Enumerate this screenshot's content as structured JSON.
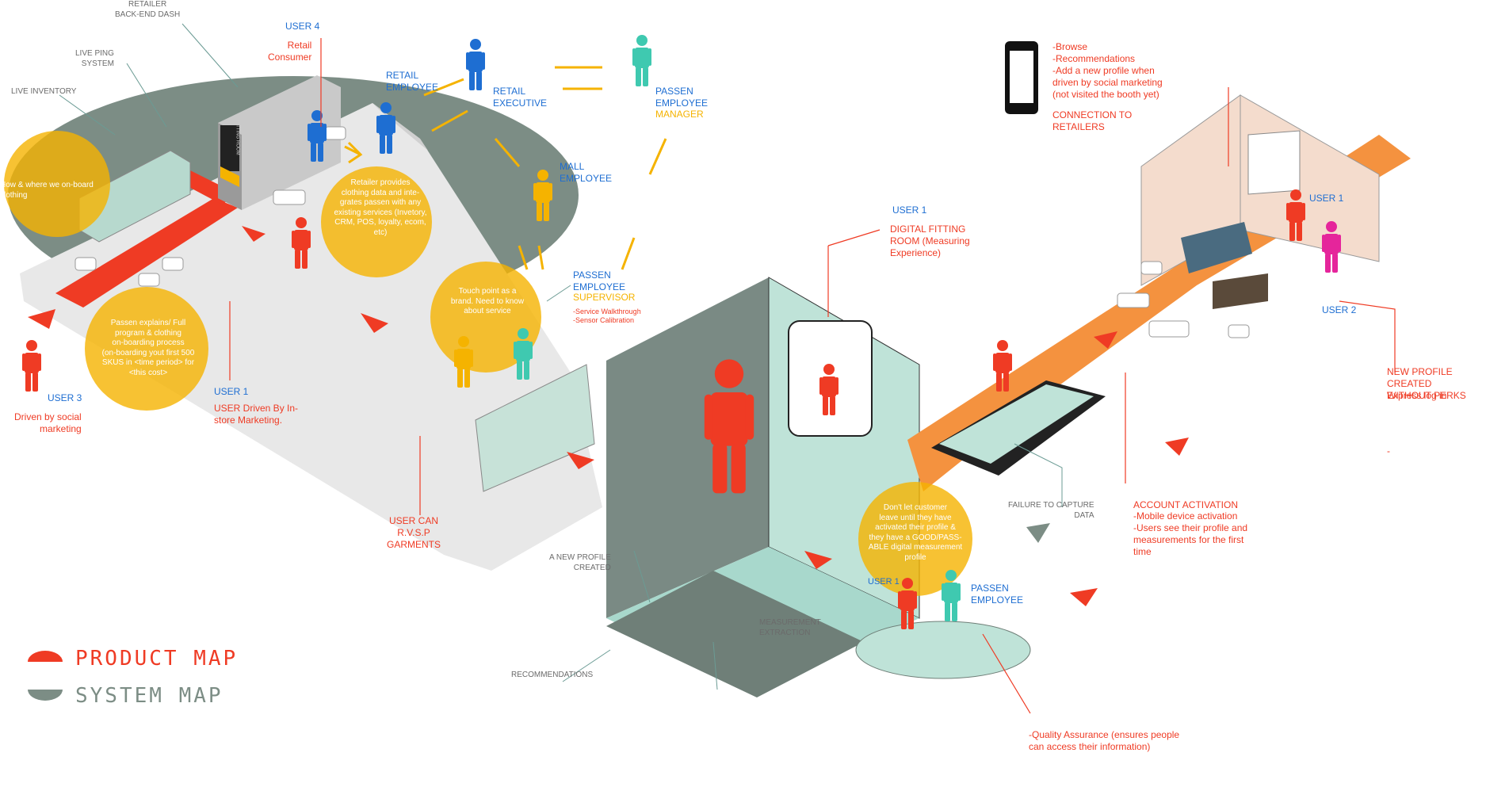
{
  "labels": {
    "retailer_backend": "RETAILER\nBACK-END DASH",
    "live_ping": "LIVE PING\nSYSTEM",
    "live_inventory": "LIVE INVENTORY",
    "user4": "USER 4",
    "retail_consumer": "Retail\nConsumer",
    "retail_employee": "RETAIL\nEMPLOYEE",
    "retail_executive": "RETAIL\nEXECUTIVE",
    "passen_employee_manager": "PASSEN\nEMPLOYEE",
    "manager": "MANAGER",
    "mall_employee": "MALL\nEMPLOYEE",
    "passen_employee_supervisor": "PASSEN\nEMPLOYEE",
    "supervisor": "SUPERVISOR",
    "supervisor_tasks": "-Service Walkthrough\n-Sensor Calibration",
    "user3": "USER 3",
    "driven_social": "Driven by social\nmarketing",
    "user1_left": "USER 1",
    "user1_left_desc": "USER Driven By In-\nstore Marketing.",
    "user_can_rsvp": "USER CAN\nR.V.S.P\nGARMENTS",
    "new_profile_created_gray": "A NEW PROFILE\nCREATED",
    "recommendations": "RECOMMENDATIONS",
    "measurement_extraction": "MEASUREMENT\nEXTRACTION",
    "user1_fitting": "USER 1",
    "digital_fitting_room": "DIGITAL FITTING\nROOM (Measuring\nExperience)",
    "user1_bottom": "USER 1",
    "passen_employee_bottom": "PASSEN\nEMPLOYEE",
    "failure_capture": "FAILURE TO CAPTURE\nDATA",
    "qa": "-Quality Assurance (ensures people\ncan access their information)",
    "account_activation": "ACCOUNT ACTIVATION",
    "account_activation_desc": "-Mobile device activation\n-Users see their profile and\nmeasurements for the first\ntime",
    "new_profile_created_red": "NEW PROFILE CREATED\nWITHOUT PERKS",
    "express_log_in": "Express log in",
    "dash": "-",
    "user1_room": "USER 1",
    "user2_room": "USER 2",
    "phone_features": "-Browse\n-Recommendations\n-Add a new profile when\ndriven by social marketing\n(not visited the booth yet)",
    "connection_retailers": "CONNECTION TO\nRETAILERS",
    "fitting_room_sign": "FITTING ROOM"
  },
  "notes": {
    "onboard": "How & where we on-board\nclothing",
    "passen_explains": "Passen explains/ Full\nprogram & clothing\non-boarding process\n(on-boarding yout first 500\nSKUS in <time period> for\n<this cost>",
    "retailer_provides": "Retailer provides\nclothing data and inte-\ngrates passen with any\nexisting services (Invetory,\nCRM, POS, loyalty, ecom,\netc)",
    "touch_point": "Touch point as a\nbrand. Need to know\nabout service",
    "dont_let": "Don't let customer\nleave until they have\nactivated their profile &\nthey have a GOOD/PASS-\nABLE digital measurement\nprofile"
  },
  "legend": {
    "product_map": "PRODUCT  MAP",
    "system_map": "SYSTEM  MAP"
  },
  "colors": {
    "red": "#ef3b24",
    "blue": "#1e6ed2",
    "yellow": "#f5b300",
    "teal": "#3fc9b0",
    "pink": "#e5259b",
    "orange_path": "#f4923f",
    "system_gray": "#7c8d85",
    "mint": "#bfe3d8"
  }
}
